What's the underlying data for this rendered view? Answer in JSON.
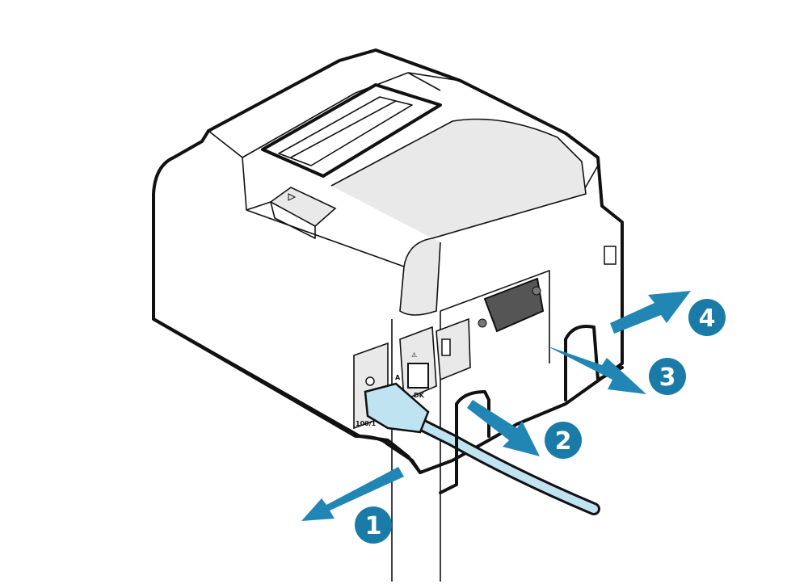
{
  "figure": {
    "colors": {
      "arrow": "#2186b4",
      "badge": "#1b7ba8",
      "cable": "#bfe3f1",
      "outline": "#111111"
    },
    "steps": [
      {
        "label": "1"
      },
      {
        "label": "2"
      },
      {
        "label": "3"
      },
      {
        "label": "4"
      }
    ],
    "port_labels": {
      "power": "100/1",
      "drawer": "DK",
      "drawer_symbol": "⚠",
      "rating": "A"
    }
  }
}
